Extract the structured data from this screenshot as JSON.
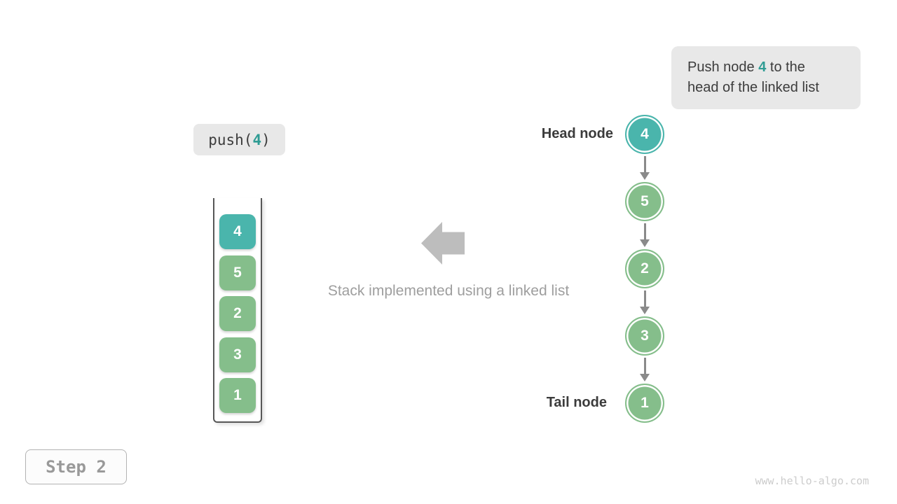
{
  "callout": {
    "line1_before": "Push node ",
    "highlight": "4",
    "line1_after": " to the",
    "line2": "head of the linked list"
  },
  "code_badge": {
    "prefix": "push(",
    "arg": "4",
    "suffix": ")"
  },
  "stack": {
    "items": [
      {
        "value": "4",
        "variant": "teal"
      },
      {
        "value": "5",
        "variant": "green"
      },
      {
        "value": "2",
        "variant": "green"
      },
      {
        "value": "3",
        "variant": "green"
      },
      {
        "value": "1",
        "variant": "green"
      }
    ]
  },
  "caption": "Stack implemented using a linked list",
  "linked_list": {
    "head_label": "Head node",
    "tail_label": "Tail node",
    "nodes": [
      {
        "value": "4",
        "variant": "teal"
      },
      {
        "value": "5",
        "variant": "green"
      },
      {
        "value": "2",
        "variant": "green"
      },
      {
        "value": "3",
        "variant": "green"
      },
      {
        "value": "1",
        "variant": "green"
      }
    ]
  },
  "step_badge": "Step 2",
  "watermark": "www.hello-algo.com",
  "colors": {
    "node_teal": "#4ab5ac",
    "node_green": "#85be8b",
    "highlight_teal": "#2f9c94",
    "badge_bg": "#e8e8e8",
    "big_arrow_gray": "#bdbdbd",
    "connector_gray": "#8a8a8a",
    "caption_gray": "#9e9e9e",
    "dark_text": "#3c3c3c"
  }
}
